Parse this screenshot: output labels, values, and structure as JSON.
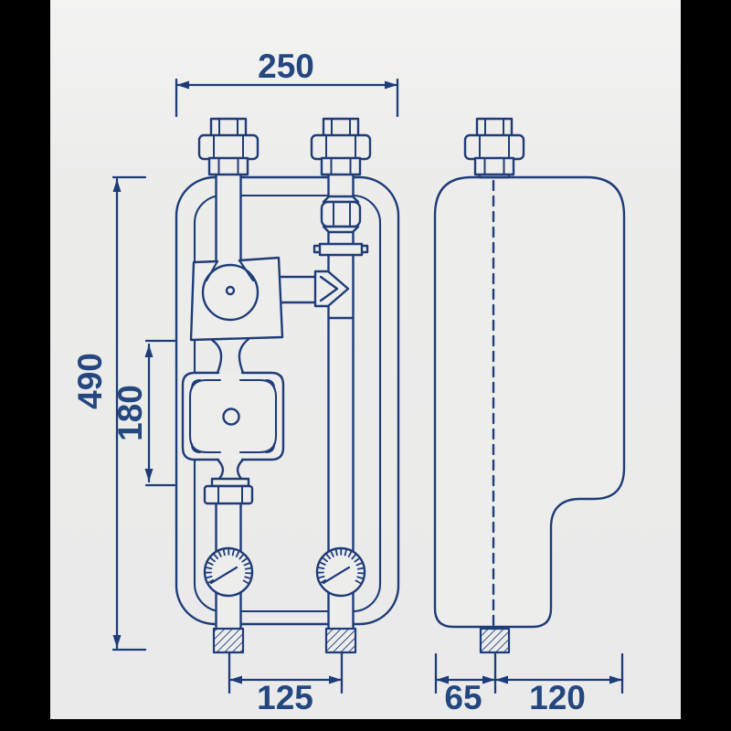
{
  "figure": {
    "type": "technical-dimension-drawing",
    "subject": "pump-group-with-insulation-shell-front-and-side-view",
    "background_color": "#000000",
    "paper_color": "#ededec",
    "line_color": "#1e3c78",
    "text_color": "#24477f"
  },
  "dimensions": {
    "top_width": "250",
    "overall_height": "490",
    "pump_length": "180",
    "pipe_spacing": "125",
    "side_offset": "65",
    "side_depth": "120"
  }
}
